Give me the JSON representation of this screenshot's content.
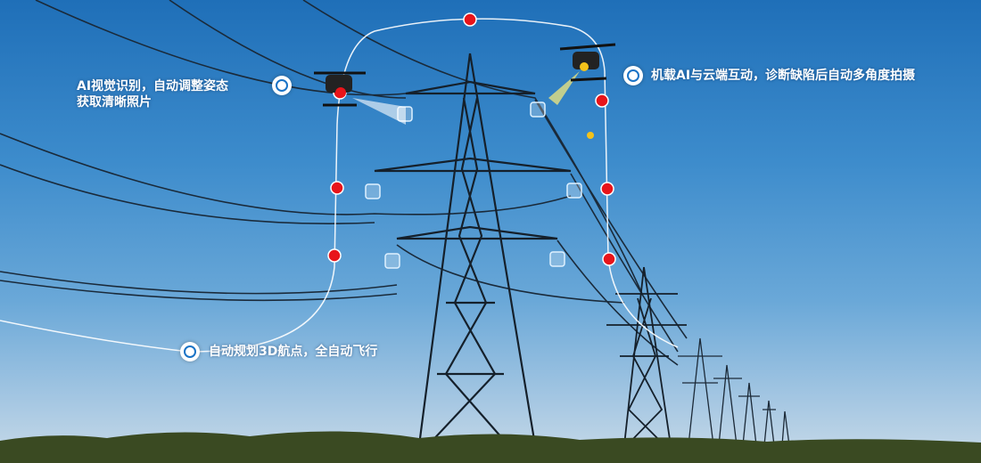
{
  "annotations": [
    {
      "line1": "AI视觉识别，自动调整姿态",
      "line2": "获取清晰照片"
    },
    {
      "line1": "机载AI与云端互动，诊断缺陷后自动多角度拍摄"
    },
    {
      "line1": "自动规划3D航点，全自动飞行"
    }
  ],
  "colors": {
    "waypoint": "#e8141a",
    "path": "#ffffff",
    "marker_ring": "#1a73c6"
  }
}
